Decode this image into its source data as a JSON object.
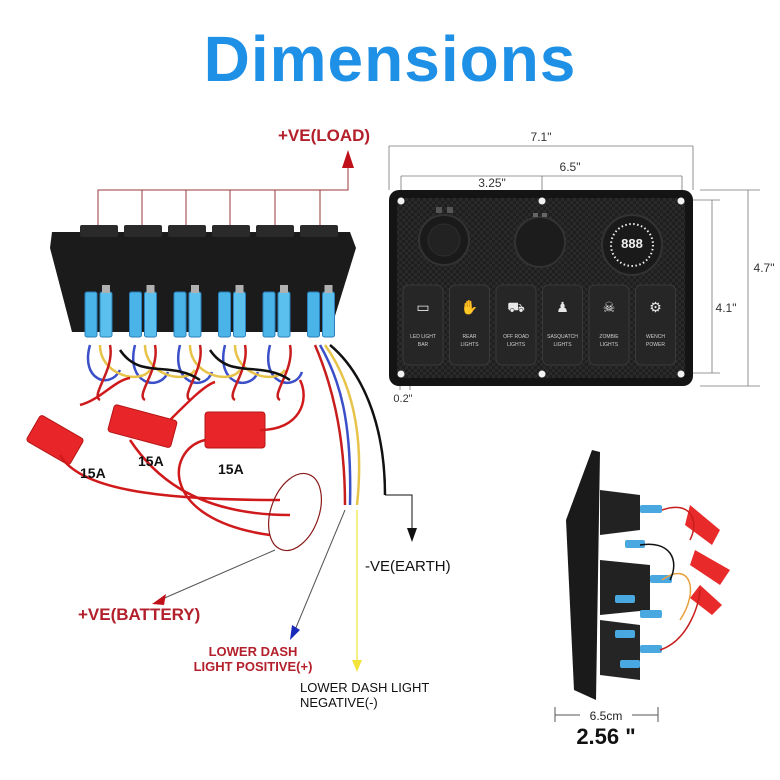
{
  "title": "Dimensions",
  "wiring": {
    "load_label": "+VE(LOAD)",
    "battery_label": "+VE(BATTERY)",
    "earth_label": "-VE(EARTH)",
    "dash_positive_label": [
      "LOWER DASH",
      "LIGHT POSITIVE(+)"
    ],
    "dash_negative_label": [
      "LOWER DASH LIGHT",
      "NEGATIVE(-)"
    ],
    "fuses": [
      "15A",
      "15A",
      "15A"
    ],
    "switch_count": 6
  },
  "front_view": {
    "dimensions": {
      "overall_width": "7.1\"",
      "hole_spacing_width": "6.5\"",
      "half_width": "3.25\"",
      "overall_height": "4.7\"",
      "hole_spacing_height": "4.1\"",
      "hole_offset": "0.2\""
    },
    "voltmeter_display": "888",
    "rockers": [
      {
        "icon": "light-bar-icon",
        "label": [
          "LED LIGHT",
          "BAR"
        ]
      },
      {
        "icon": "hand-gesture-icon",
        "label": [
          "REAR",
          "LIGHTS"
        ]
      },
      {
        "icon": "offroad-vehicle-icon",
        "label": [
          "OFF ROAD",
          "LIGHTS"
        ]
      },
      {
        "icon": "bigfoot-icon",
        "label": [
          "SASQUATCH",
          "LIGHTS"
        ]
      },
      {
        "icon": "skull-icon",
        "label": [
          "ZOMBIE",
          "LIGHTS"
        ]
      },
      {
        "icon": "winch-icon",
        "label": [
          "WENCH",
          "POWER"
        ]
      }
    ]
  },
  "side_view": {
    "depth_metric": "6.5cm",
    "depth_imperial": "2.56 \""
  }
}
